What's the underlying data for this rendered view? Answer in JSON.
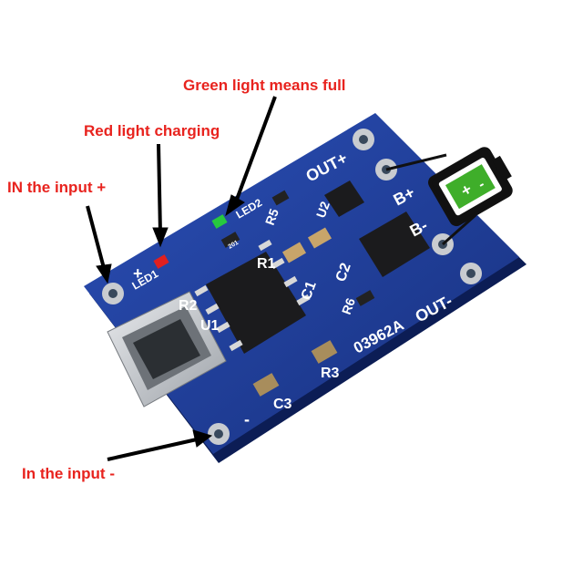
{
  "callouts": {
    "green_light": "Green light means full",
    "red_light": "Red light charging",
    "input_plus": "IN the input +",
    "input_minus": "In the input -"
  },
  "board_silkscreen": {
    "out_plus": "OUT+",
    "b_plus": "B+",
    "b_minus": "B-",
    "out_minus": "OUT-",
    "led1": "LED1",
    "led2": "LED2",
    "r1": "R1",
    "r2": "R2",
    "r3": "R3",
    "r5": "R5",
    "r6": "R6",
    "c1": "C1",
    "c2": "C2",
    "c3": "C3",
    "u1": "U1",
    "u2": "U2",
    "plus": "+",
    "minus": "-",
    "board_id": "03962A",
    "resistor_code": "201"
  },
  "colors": {
    "callout_text": "#e8231e",
    "board_blue": "#1d3c9c",
    "silkscreen": "#ffffff",
    "pad": "#c9ccd0",
    "led_green": "#27c93f",
    "led_red": "#e12020",
    "battery_green": "#3fae2a"
  },
  "icons": [
    "battery-icon",
    "arrow-icon"
  ]
}
